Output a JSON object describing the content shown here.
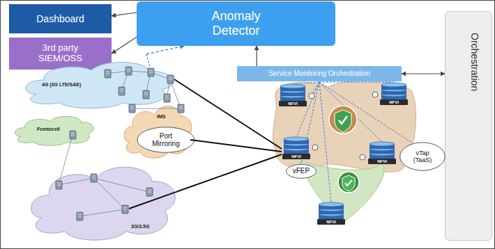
{
  "diagram": {
    "nodes": [
      {
        "text": [
          "Dashboard"
        ]
      },
      {
        "text": [
          "3rd party SIEM/OSS"
        ]
      },
      {
        "text": [
          "Anomaly Detector"
        ]
      },
      {
        "text": [
          "Orchestration"
        ]
      },
      {
        "text": [
          "Service Monitoring Orchestration"
        ]
      },
      {
        "text": [
          "4G (3G LTE/SAE)"
        ]
      },
      {
        "text": [
          "IMS"
        ]
      },
      {
        "text": [
          "Femtocell"
        ]
      },
      {
        "text": [
          "Port Mirroring"
        ]
      },
      {
        "text": [
          "3G/3.5G"
        ]
      },
      {
        "text": [
          "vFEP"
        ]
      },
      {
        "text": [
          "vTap (TaaS)"
        ]
      }
    ],
    "edges": [
      {
        "from": 2,
        "to": 0,
        "arrow": "to"
      },
      {
        "from": 2,
        "to": 1,
        "arrow": "to"
      },
      {
        "from": 4,
        "to": 2,
        "arrow": "to"
      },
      {
        "from": 4,
        "to": 3,
        "arrow": "both"
      },
      {
        "from": 5,
        "to": 2,
        "arrow": "to"
      }
    ],
    "labels": [
      "NFVI",
      "NFVI",
      "NFVI",
      "NFVI",
      "NFVI"
    ]
  }
}
